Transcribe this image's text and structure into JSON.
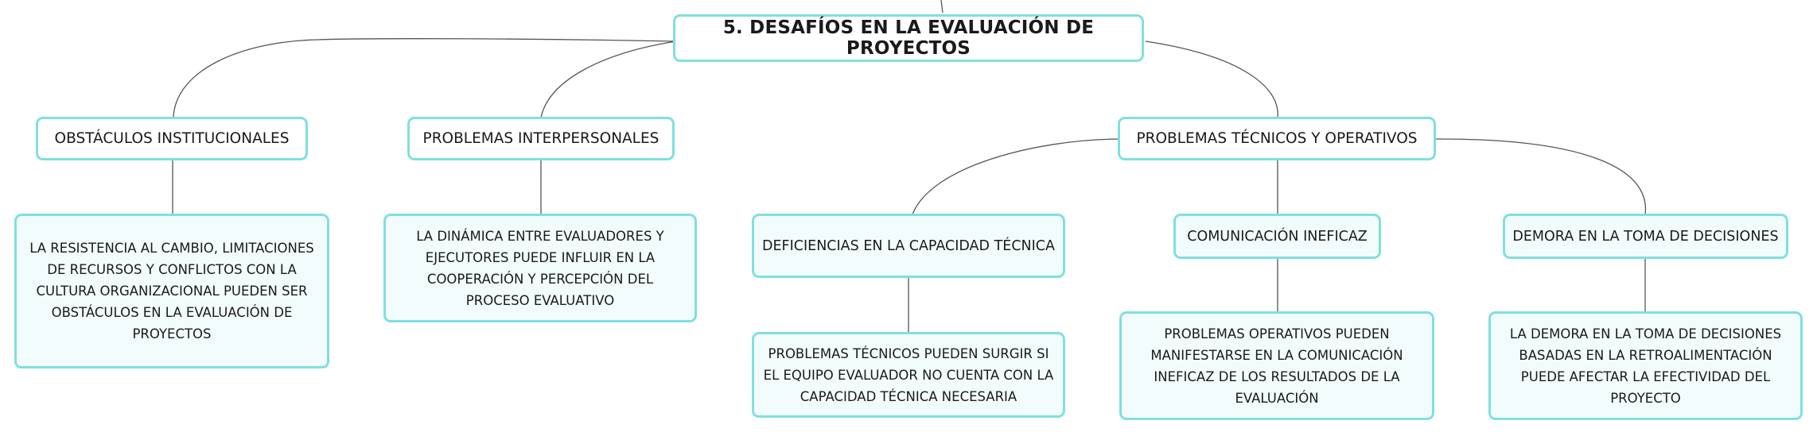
{
  "map": {
    "title": "5. DESAFÍOS EN LA EVALUACIÓN DE PROYECTOS",
    "branches": {
      "institucionales": {
        "label": "OBSTÁCULOS INSTITUCIONALES",
        "detail": "LA RESISTENCIA AL CAMBIO, LIMITACIONES DE RECURSOS Y CONFLICTOS CON LA CULTURA ORGANIZACIONAL PUEDEN SER OBSTÁCULOS EN LA EVALUACIÓN DE PROYECTOS"
      },
      "interpersonales": {
        "label": "PROBLEMAS INTERPERSONALES",
        "detail": "LA DINÁMICA ENTRE EVALUADORES Y EJECUTORES PUEDE INFLUIR EN LA COOPERACIÓN Y PERCEPCIÓN DEL PROCESO EVALUATIVO"
      },
      "tecnicos": {
        "label": "PROBLEMAS TÉCNICOS Y OPERATIVOS",
        "subtopics": {
          "capacidad": {
            "label": "DEFICIENCIAS EN LA CAPACIDAD TÉCNICA",
            "detail": "PROBLEMAS TÉCNICOS PUEDEN SURGIR SI EL EQUIPO EVALUADOR NO CUENTA CON LA CAPACIDAD TÉCNICA NECESARIA"
          },
          "comunicacion": {
            "label": "COMUNICACIÓN INEFICAZ",
            "detail": "PROBLEMAS OPERATIVOS PUEDEN MANIFESTARSE EN LA COMUNICACIÓN INEFICAZ DE LOS RESULTADOS DE LA EVALUACIÓN"
          },
          "demora": {
            "label": "DEMORA EN LA TOMA DE DECISIONES",
            "detail": "LA DEMORA EN LA TOMA DE DECISIONES BASADAS EN LA RETROALIMENTACIÓN PUEDE AFECTAR LA EFECTIVIDAD DEL PROYECTO"
          }
        }
      }
    }
  },
  "colors": {
    "node_border": "#7fe0df",
    "detail_fill": "#f2fcfc",
    "connector": "#555555"
  }
}
